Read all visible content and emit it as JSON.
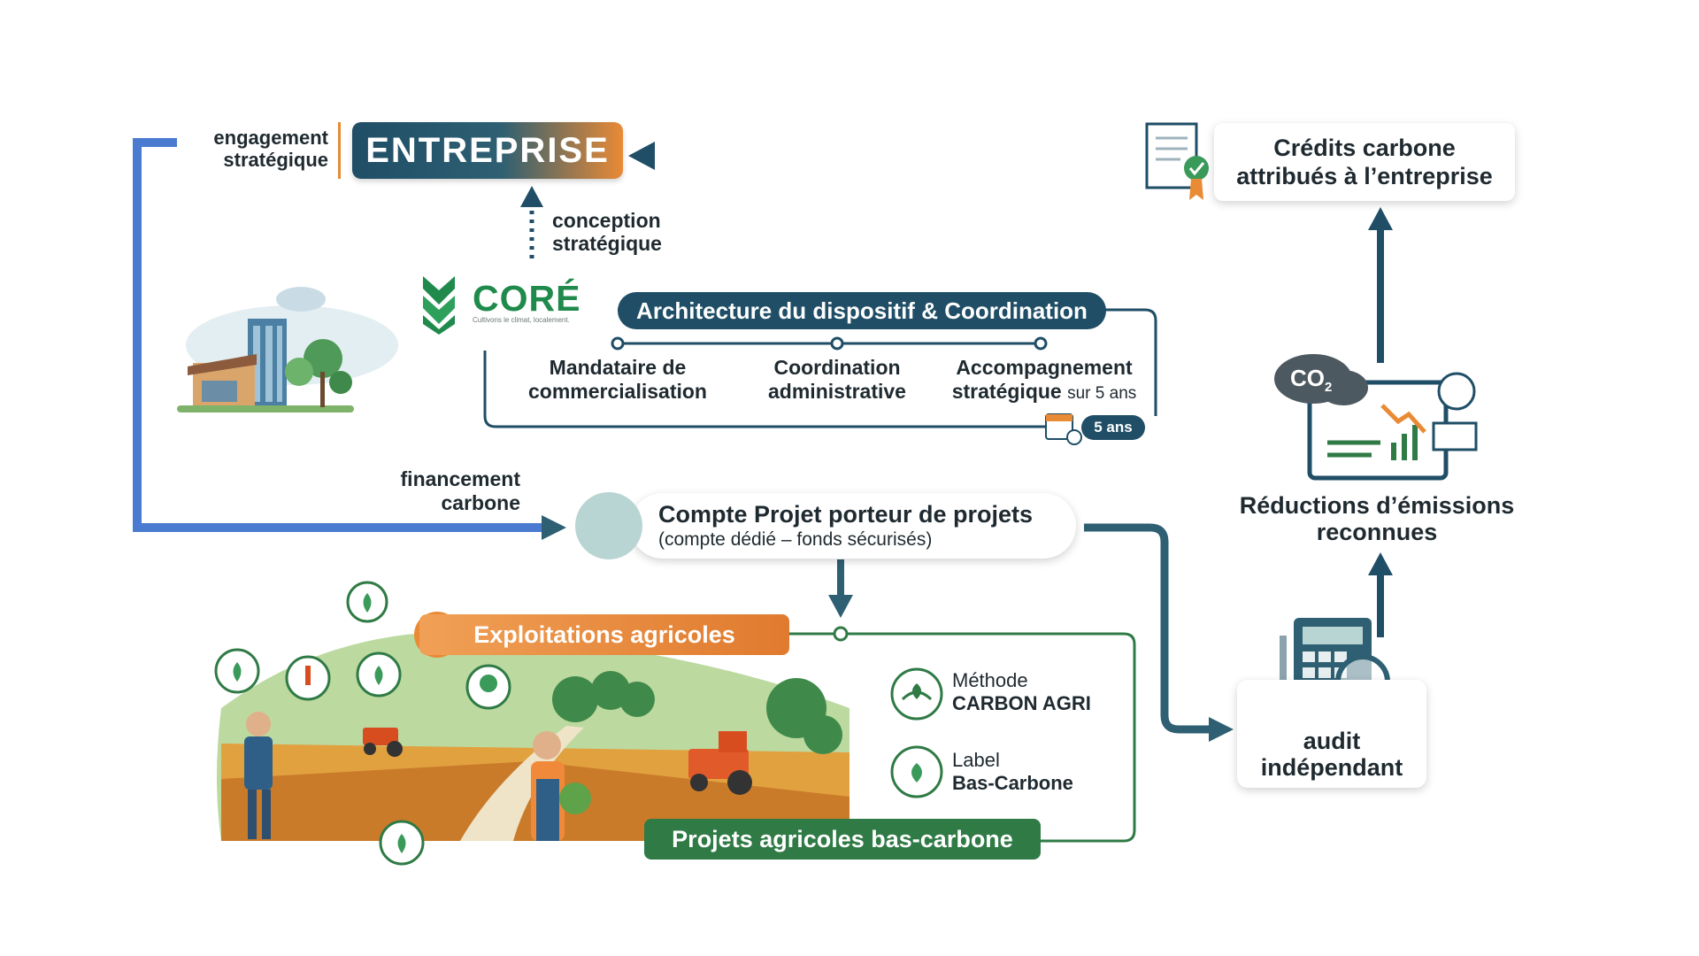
{
  "entreprise": {
    "title": "ENTREPRISE",
    "side_label_line1": "engagement",
    "side_label_line2": "stratégique"
  },
  "conception": {
    "line1": "conception",
    "line2": "stratégique"
  },
  "credits": {
    "line1": "Crédits carbone",
    "line2": "attribués à l’entreprise"
  },
  "core": {
    "name": "CORÉ",
    "tagline": "Cultivons le climat, localement."
  },
  "architecture": {
    "title": "Architecture du dispositif & Coordination",
    "items": [
      {
        "line1": "Mandataire de",
        "line2": "commercialisation"
      },
      {
        "line1": "Coordination",
        "line2": "administrative"
      },
      {
        "line1": "Accompagnement",
        "line2": "stratégique",
        "suffix": "sur 5 ans"
      }
    ],
    "duration_badge": "5 ans"
  },
  "financement": {
    "line1": "financement",
    "line2": "carbone"
  },
  "compte": {
    "title": "Compte Projet porteur de projets",
    "subtitle": "(compte dédié – fonds sécurisés)"
  },
  "exploitations": {
    "title": "Exploitations agricoles",
    "footer": "Projets agricoles bas-carbone",
    "methods": [
      {
        "line1": "Méthode",
        "line2": "CARBON AGRI"
      },
      {
        "line1": "Label",
        "line2": "Bas-Carbone"
      }
    ],
    "label_icon_text": "Label"
  },
  "reductions": {
    "line1": "Réductions d’émissions",
    "line2": "reconnues",
    "co2_text": "CO",
    "co2_sub": "2"
  },
  "audit": {
    "line1": "audit",
    "line2": "indépendant"
  },
  "colors": {
    "navy": "#1f4e66",
    "orange": "#e98a35",
    "green": "#2f7a45",
    "blue_line": "#4a7bd0",
    "core_green": "#1f8a4c"
  }
}
